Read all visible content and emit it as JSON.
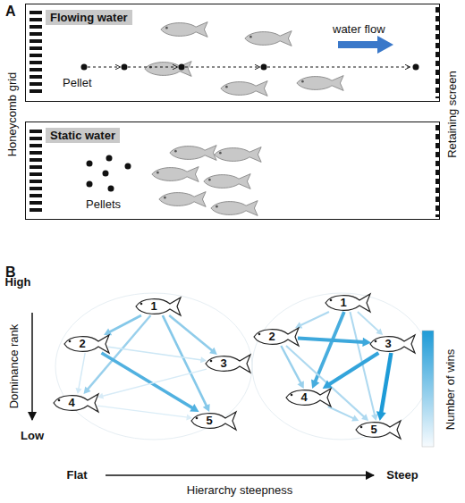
{
  "diagram": {
    "nodes": [
      {
        "text": [
          "Flowing water"
        ]
      },
      {
        "text": [
          "Static water"
        ]
      },
      {
        "text": [
          "1"
        ]
      },
      {
        "text": [
          "2"
        ]
      },
      {
        "text": [
          "3"
        ]
      },
      {
        "text": [
          "4"
        ]
      },
      {
        "text": [
          "5"
        ]
      },
      {
        "text": [
          "1"
        ]
      },
      {
        "text": [
          "2"
        ]
      },
      {
        "text": [
          "3"
        ]
      },
      {
        "text": [
          "4"
        ]
      },
      {
        "text": [
          "5"
        ]
      }
    ],
    "edges": [
      {
        "from": 2,
        "to": 3,
        "arrow": "to"
      },
      {
        "from": 2,
        "to": 5,
        "arrow": "to"
      },
      {
        "from": 2,
        "to": 4,
        "arrow": "to"
      },
      {
        "from": 2,
        "to": 6,
        "arrow": "to"
      },
      {
        "from": 3,
        "to": 6,
        "arrow": "to"
      },
      {
        "from": 3,
        "to": 4,
        "arrow": "to"
      },
      {
        "from": 5,
        "to": 6,
        "arrow": "to"
      },
      {
        "from": 4,
        "to": 5,
        "arrow": "to"
      },
      {
        "from": 3,
        "to": 5,
        "arrow": "to"
      },
      {
        "from": 7,
        "to": 8,
        "arrow": "to"
      },
      {
        "from": 7,
        "to": 9,
        "arrow": "to"
      },
      {
        "from": 7,
        "to": 10,
        "arrow": "to"
      },
      {
        "from": 7,
        "to": 11,
        "arrow": "to"
      },
      {
        "from": 8,
        "to": 9,
        "arrow": "to"
      },
      {
        "from": 8,
        "to": 10,
        "arrow": "to"
      },
      {
        "from": 8,
        "to": 11,
        "arrow": "to"
      },
      {
        "from": 9,
        "to": 10,
        "arrow": "to"
      },
      {
        "from": 9,
        "to": 11,
        "arrow": "to"
      },
      {
        "from": 10,
        "to": 11,
        "arrow": "to"
      }
    ],
    "labels": [
      "A",
      "Pellet",
      "water flow",
      "Pellets",
      "Honeycomb grid",
      "Retaining screen",
      "B",
      "High",
      "Dominance rank",
      "Low",
      "Flat",
      "Hierarchy steepness",
      "Steep",
      "Number of wins"
    ]
  }
}
